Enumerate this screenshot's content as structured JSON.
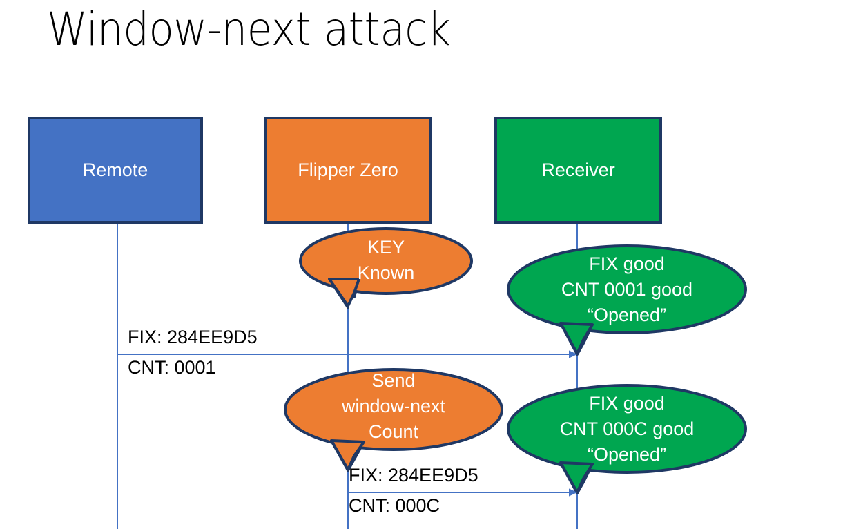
{
  "slide": {
    "title": "Window-next attack",
    "background": "#ffffff"
  },
  "colors": {
    "blue": "#4472C4",
    "orange": "#ED7D31",
    "green": "#00A650",
    "outline": "#1F3864",
    "line": "#4472C4",
    "text_light": "#ffffff",
    "text_dark": "#000000"
  },
  "actors": [
    {
      "id": "remote",
      "label": "Remote",
      "fill": "#4472C4"
    },
    {
      "id": "flipper",
      "label": "Flipper Zero",
      "fill": "#ED7D31"
    },
    {
      "id": "receiver",
      "label": "Receiver",
      "fill": "#00A650"
    }
  ],
  "bubbles": [
    {
      "id": "key-known",
      "owner": "flipper",
      "fill": "#ED7D31",
      "lines": [
        "KEY",
        "Known"
      ]
    },
    {
      "id": "receiver-ack-1",
      "owner": "receiver",
      "fill": "#00A650",
      "lines": [
        "FIX good",
        "CNT 0001 good",
        "“Opened”"
      ]
    },
    {
      "id": "send-window-next",
      "owner": "flipper",
      "fill": "#ED7D31",
      "lines": [
        "Send",
        "window-next",
        "Count"
      ]
    },
    {
      "id": "receiver-ack-2",
      "owner": "receiver",
      "fill": "#00A650",
      "lines": [
        "FIX good",
        "CNT 000C good",
        "“Opened”"
      ]
    }
  ],
  "messages": [
    {
      "id": "msg-remote-to-receiver",
      "from": "remote",
      "to": "receiver",
      "label_top": "FIX: 284EE9D5",
      "label_bottom": "CNT: 0001"
    },
    {
      "id": "msg-flipper-to-receiver",
      "from": "flipper",
      "to": "receiver",
      "label_top": "FIX: 284EE9D5",
      "label_bottom": "CNT: 000C"
    }
  ]
}
